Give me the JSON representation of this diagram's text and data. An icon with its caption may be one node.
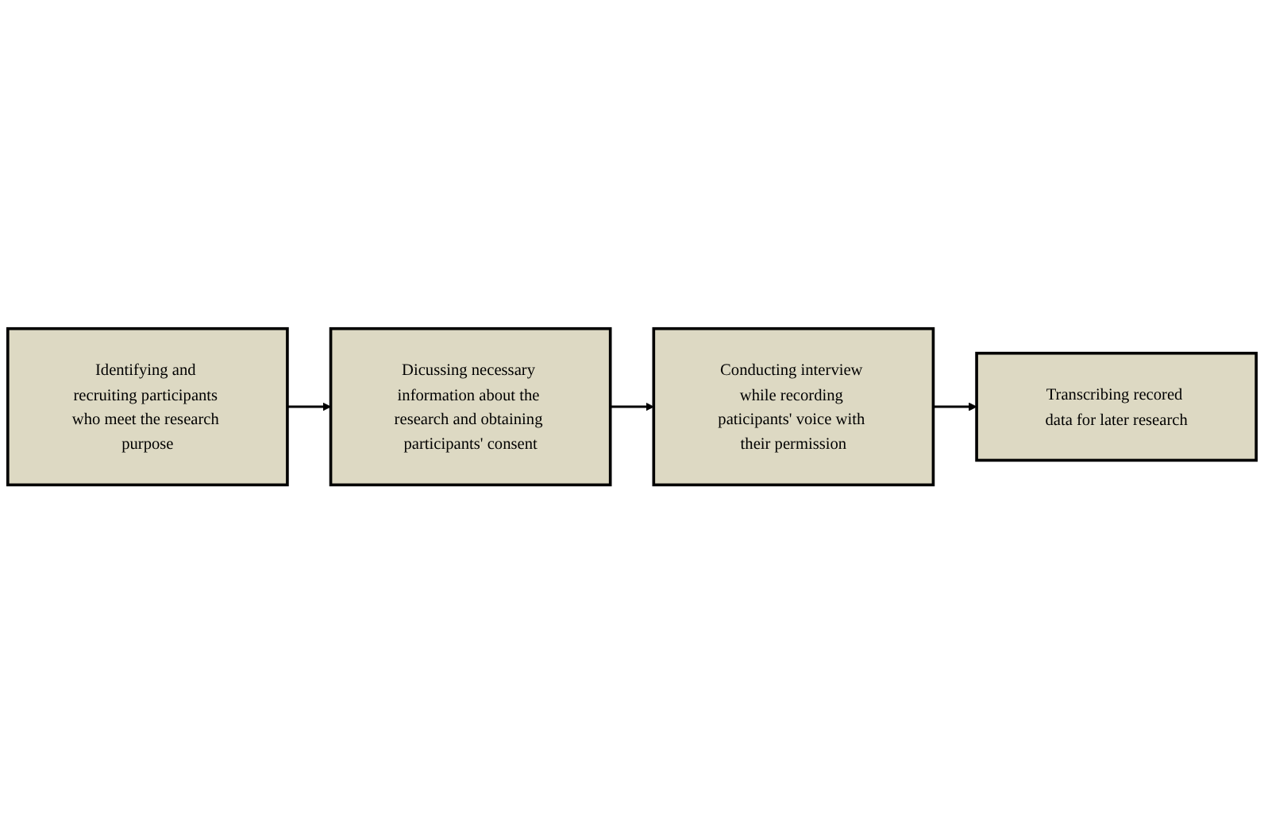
{
  "diagram": {
    "nodes": [
      {
        "text": [
          "Identifying and recruiting participants who meet the research purpose"
        ]
      },
      {
        "text": [
          "Dicussing necessary information about the research and obtaining participants' consent"
        ]
      },
      {
        "text": [
          "Conducting interview while recording paticipants' voice with their permission"
        ]
      },
      {
        "text": [
          "Transcribing recored data for later research"
        ]
      }
    ],
    "edges": [
      {
        "from": 0,
        "to": 1,
        "arrow": "to"
      },
      {
        "from": 1,
        "to": 2,
        "arrow": "to"
      },
      {
        "from": 2,
        "to": 3,
        "arrow": "to"
      }
    ]
  }
}
